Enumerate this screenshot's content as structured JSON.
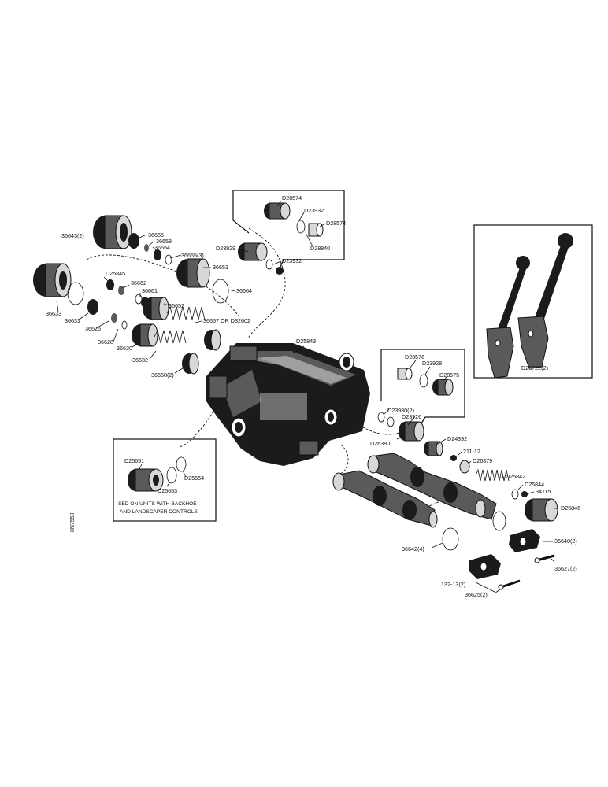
{
  "labels": {
    "valve_body": "D25843",
    "relief_plug_top": "D28574",
    "oring_top": "D23932",
    "plug_top_right": "D28574",
    "ring_top_right": "D28840",
    "relief_body": "D23929",
    "ball_ring": "D23932",
    "cap_36643": "36643(2)",
    "nut_36656": "36656",
    "part_36658": "36658",
    "part_36654": "36654",
    "ring_36655": "36655(3)",
    "cap_36653": "36653",
    "seal_36664": "36664",
    "part_d25845": "D25845",
    "part_36662": "36662",
    "part_36661": "36661",
    "cap_36633": "36633",
    "ring_36631": "36631",
    "part_36626": "36626",
    "part_36628": "36628",
    "part_36652": "36652",
    "spring_36657": "36657 OR D32602",
    "part_36630": "36630",
    "spring_36632": "36632",
    "ring_36650": "36650(2)",
    "plug_d28576": "D28576",
    "oring_d23928": "D23928",
    "seat_d28575": "D28575",
    "oring_d23930": "D23930(2)",
    "oring_d23926": "D23926",
    "plug_d26380": "D26380",
    "part_d24392": "D24392",
    "part_21112": "211-12",
    "part_d26379": "D26379",
    "spring_d25842": "D25842",
    "ring_d25844": "D25844",
    "part_34115": "34115",
    "plug_d25846": "D25846",
    "seal_36642": "36642(4)",
    "clevis_36640": "36640(2)",
    "pin_36627": "36627(2)",
    "cotter_13213": "132-13(2)",
    "pin_36625": "36625(2)",
    "lever_d23722": "D23722(2)",
    "fit_d25651": "D25651",
    "oring_d25654": "D25654",
    "part_d25653": "D25653"
  },
  "note_box": {
    "line1": "SED ON UNITS WITH BACKHOE",
    "line2": "AND LANDSCAPER CONTROLS"
  },
  "side_code": "8N7559"
}
